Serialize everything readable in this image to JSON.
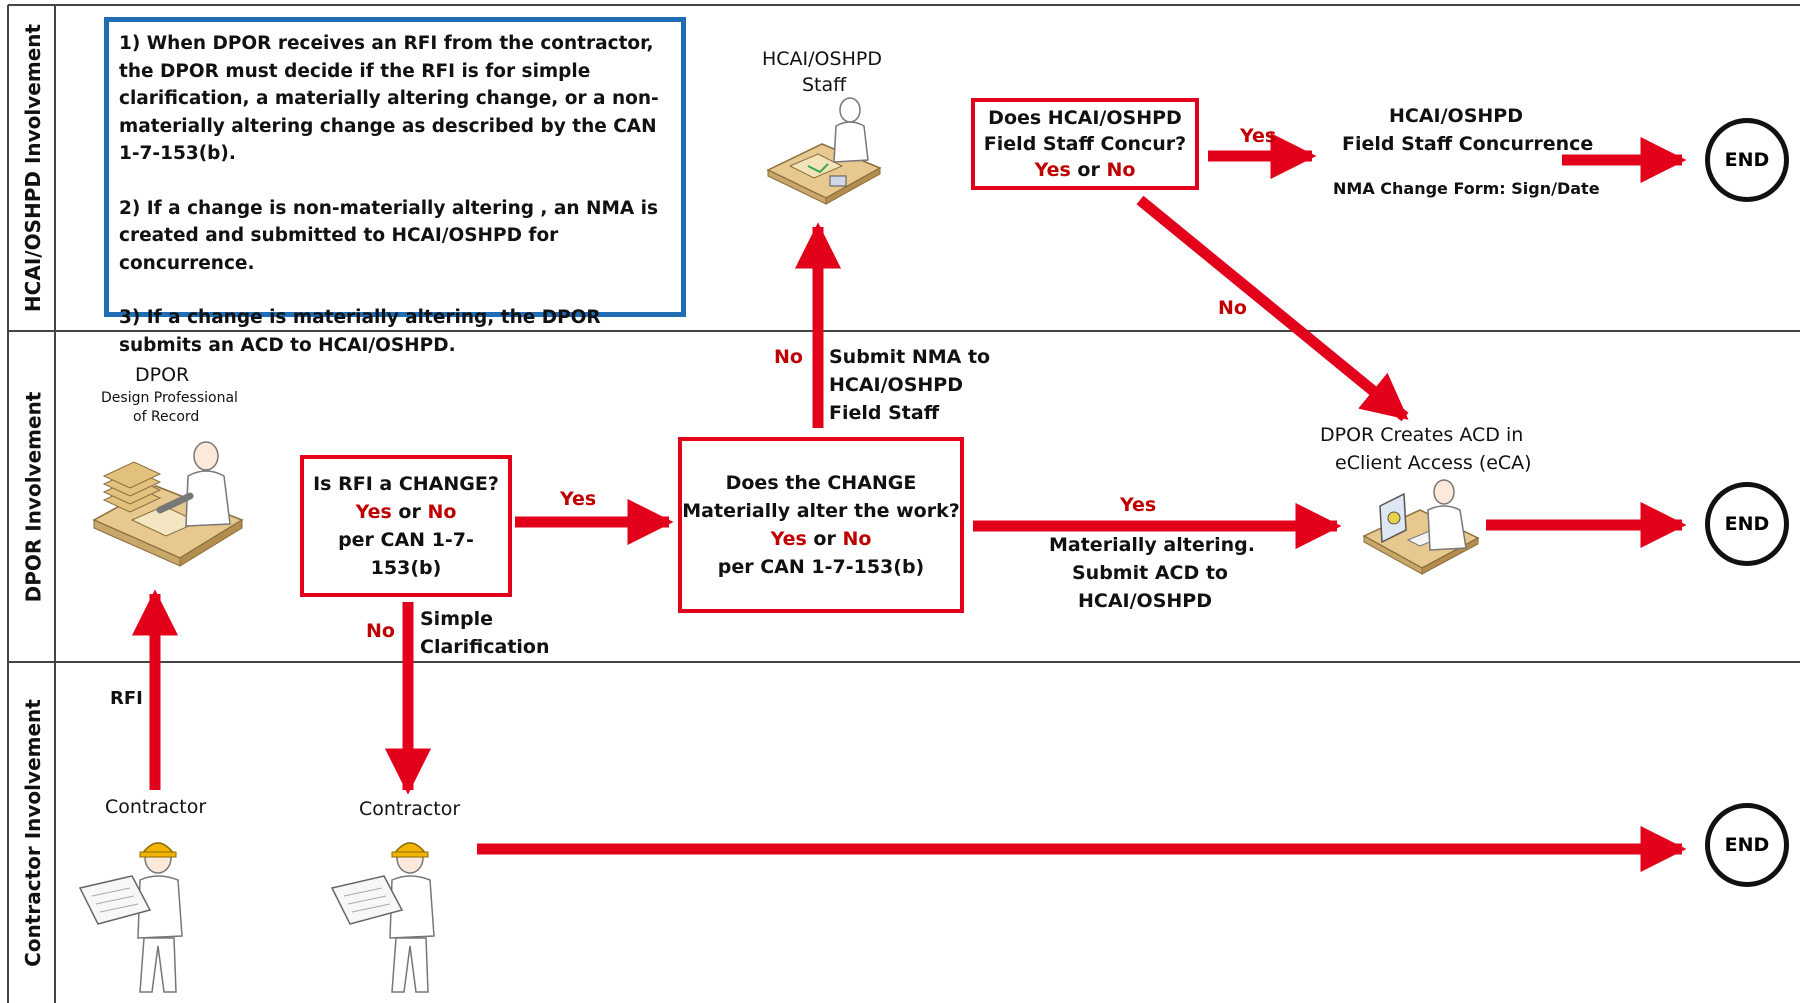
{
  "lanes": {
    "hcai": "HCAI/OSHPD Involvement",
    "dpor": "DPOR Involvement",
    "contractor": "Contractor Involvement"
  },
  "note": {
    "p1": "1) When DPOR receives an RFI from the contractor, the DPOR must decide if the RFI is for simple clarification, a materially altering change, or a non-materially altering change as described by the CAN 1-7-153(b).",
    "p2": "2) If a change is non-materially altering , an NMA is created and submitted to HCAI/OSHPD for concurrence.",
    "p3": "3) If a change is materially altering, the DPOR submits an ACD to HCAI/OSHPD."
  },
  "actors": {
    "staff_line1": "HCAI/OSHPD",
    "staff_line2": "Staff",
    "dpor_title": "DPOR",
    "dpor_sub1": "Design Professional",
    "dpor_sub2": "of Record",
    "contractor1": "Contractor",
    "contractor2": "Contractor",
    "eca_line1": "DPOR Creates ACD in",
    "eca_line2": "eClient Access (eCA)"
  },
  "decisions": {
    "rfi_change": {
      "line1": "Is RFI a CHANGE?",
      "yes": "Yes",
      "or": "or",
      "no": "No",
      "line3": "per CAN 1-7-153(b)"
    },
    "material": {
      "line1": "Does the CHANGE",
      "line2": "Materially alter the work?",
      "yes": "Yes",
      "or": "or",
      "no": "No",
      "line4": "per CAN 1-7-153(b)"
    },
    "concur": {
      "line1": "Does HCAI/OSHPD",
      "line2": "Field Staff Concur?",
      "yes": "Yes",
      "or": "or",
      "no": "No"
    }
  },
  "labels": {
    "rfi": "RFI",
    "yes_change": "Yes",
    "no_change": "No",
    "simple1": "Simple",
    "simple2": "Clarification",
    "no_material": "No",
    "submit_nma1": "Submit NMA to",
    "submit_nma2": "HCAI/OSHPD",
    "submit_nma3": "Field Staff",
    "yes_material": "Yes",
    "mat_alt1": "Materially altering.",
    "mat_alt2": "Submit ACD to",
    "mat_alt3": "HCAI/OSHPD",
    "yes_concur": "Yes",
    "no_concur": "No",
    "concurrence1": "HCAI/OSHPD",
    "concurrence2": "Field Staff Concurrence",
    "nma_form": "NMA Change Form: Sign/Date"
  },
  "end_labels": {
    "top": "END",
    "middle": "END",
    "bottom": "END"
  },
  "colors": {
    "arrow": "#e3001b",
    "decision_border": "#e3001b",
    "note_border": "#1f6db5",
    "yes_no_text": "#c00000"
  }
}
